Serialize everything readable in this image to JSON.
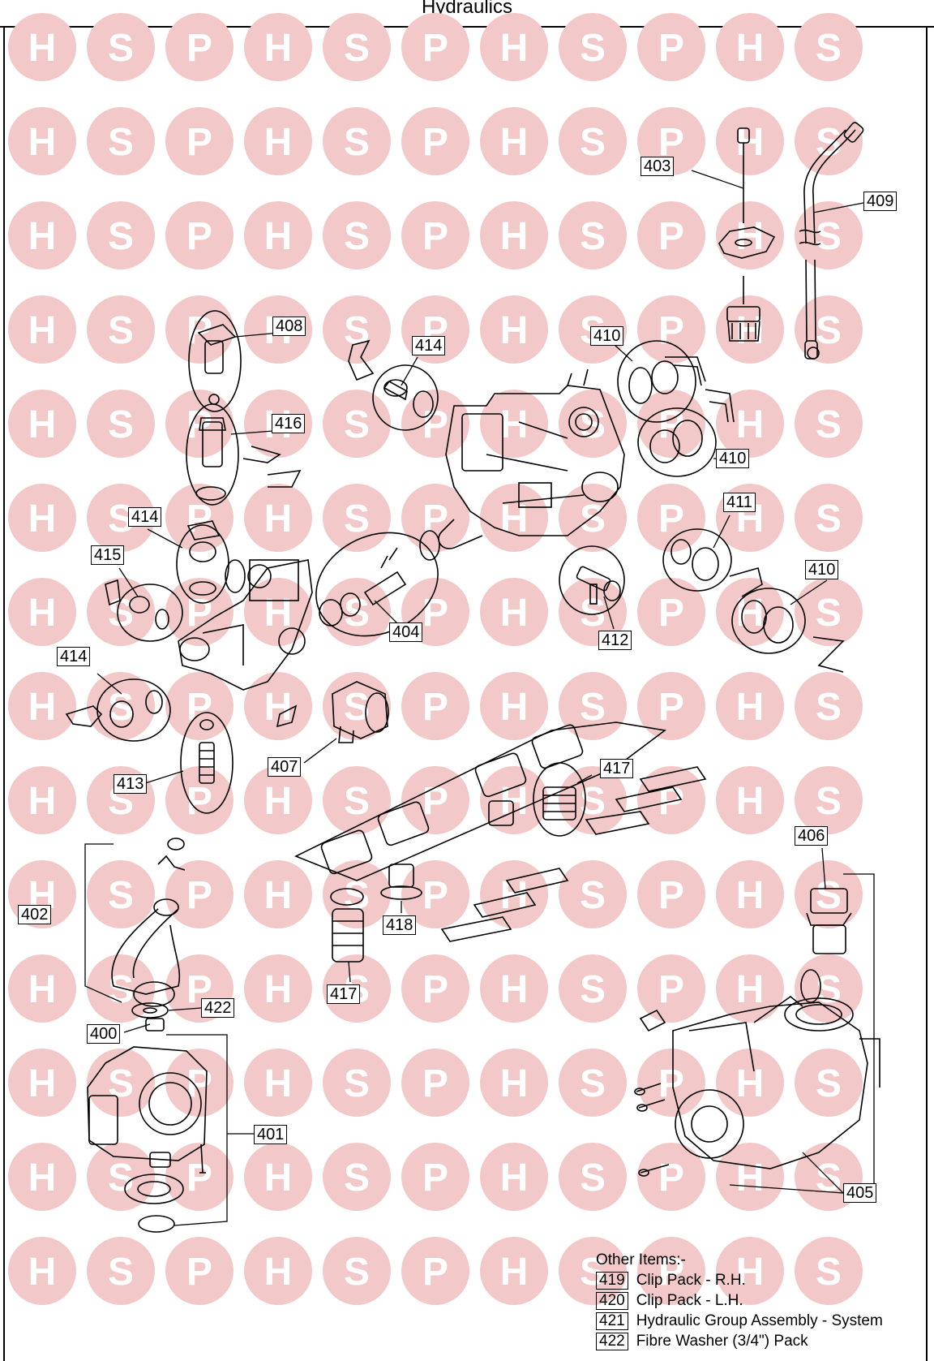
{
  "title": "Hydraulics",
  "watermark": {
    "letters": [
      "H",
      "S",
      "P"
    ],
    "color": "#f2c8c8",
    "text_color": "#ffffff"
  },
  "callouts": {
    "c403": "403",
    "c409": "409",
    "c408": "408",
    "c414a": "414",
    "c410a": "410",
    "c416": "416",
    "c410b": "410",
    "c414b": "414",
    "c411": "411",
    "c415": "415",
    "c410c": "410",
    "c404": "404",
    "c412": "412",
    "c414c": "414",
    "c417a": "417",
    "c407": "407",
    "c413": "413",
    "c406": "406",
    "c402": "402",
    "c418": "418",
    "c417b": "417",
    "c422": "422",
    "c400": "400",
    "c401": "401",
    "c405": "405"
  },
  "other_items": {
    "heading": "Other Items:-",
    "items": [
      {
        "num": "419",
        "label": "Clip Pack - R.H."
      },
      {
        "num": "420",
        "label": "Clip Pack - L.H."
      },
      {
        "num": "421",
        "label": "Hydraulic Group Assembly - System"
      },
      {
        "num": "422",
        "label": "Fibre Washer (3/4\") Pack"
      }
    ]
  }
}
